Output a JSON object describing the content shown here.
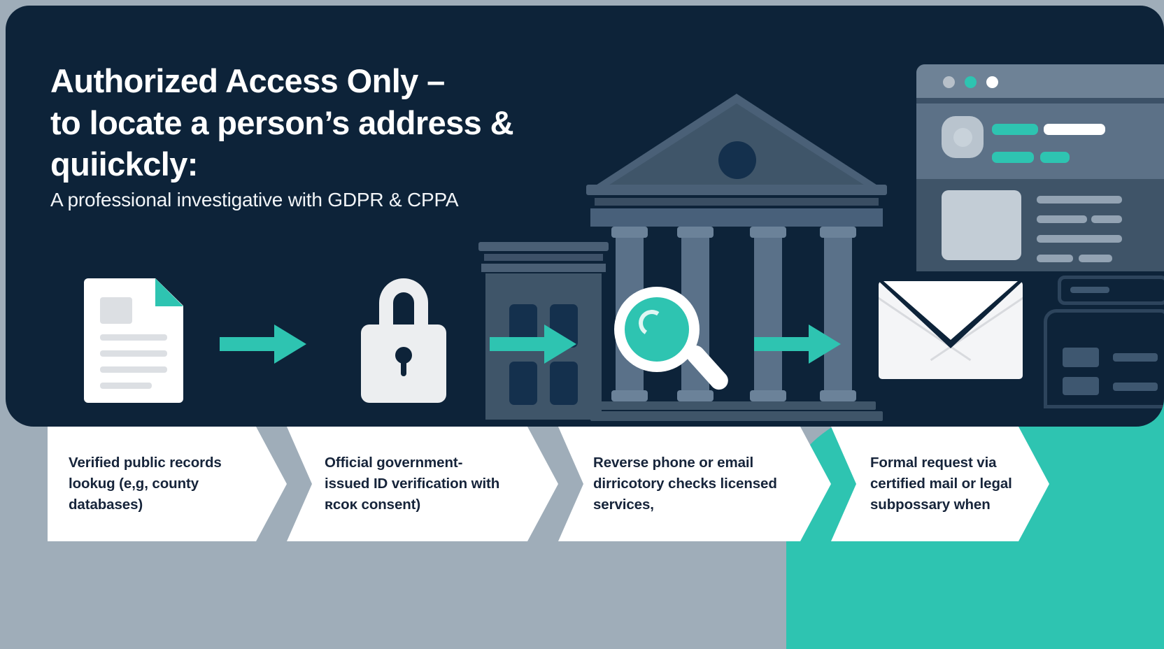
{
  "hero": {
    "headline": "Authorized Access Only –\nto locate a person’s address &\nquiickcly:",
    "subheadline": "A professional investigative with GDPR & CPPA",
    "background_color": "#0d2339"
  },
  "colors": {
    "navy": "#0d2339",
    "teal": "#2ec4b1",
    "gray_blue": "#9fadb9",
    "card_white": "#ffffff",
    "text_dark": "#16243a"
  },
  "flow": {
    "steps": [
      {
        "icon": "document-icon",
        "label": "document"
      },
      {
        "icon": "arrow-right-icon",
        "label": "arrow"
      },
      {
        "icon": "lock-icon",
        "label": "lock"
      },
      {
        "icon": "arrow-right-icon",
        "label": "arrow"
      },
      {
        "icon": "government-building-icon",
        "label": "building"
      },
      {
        "icon": "magnifier-icon",
        "label": "search"
      },
      {
        "icon": "arrow-right-icon",
        "label": "arrow"
      },
      {
        "icon": "envelope-icon",
        "label": "mail"
      }
    ]
  },
  "browser_mockup": {
    "dots": [
      {
        "name": "window-dot-gray",
        "color": "#b7c0c9"
      },
      {
        "name": "window-dot-green",
        "color": "#2ec4b1"
      },
      {
        "name": "window-dot-white",
        "color": "#ffffff"
      }
    ]
  },
  "cards": [
    {
      "text": "Verified public records lookug (e,g, county databases)"
    },
    {
      "text": "Official government-issued ID verification with ʀcoᴋ consent)"
    },
    {
      "text": "Reverse phone or email dirricotory checks licensed services,"
    },
    {
      "text": "Formal request via certified mail or legal subpossary when"
    }
  ]
}
